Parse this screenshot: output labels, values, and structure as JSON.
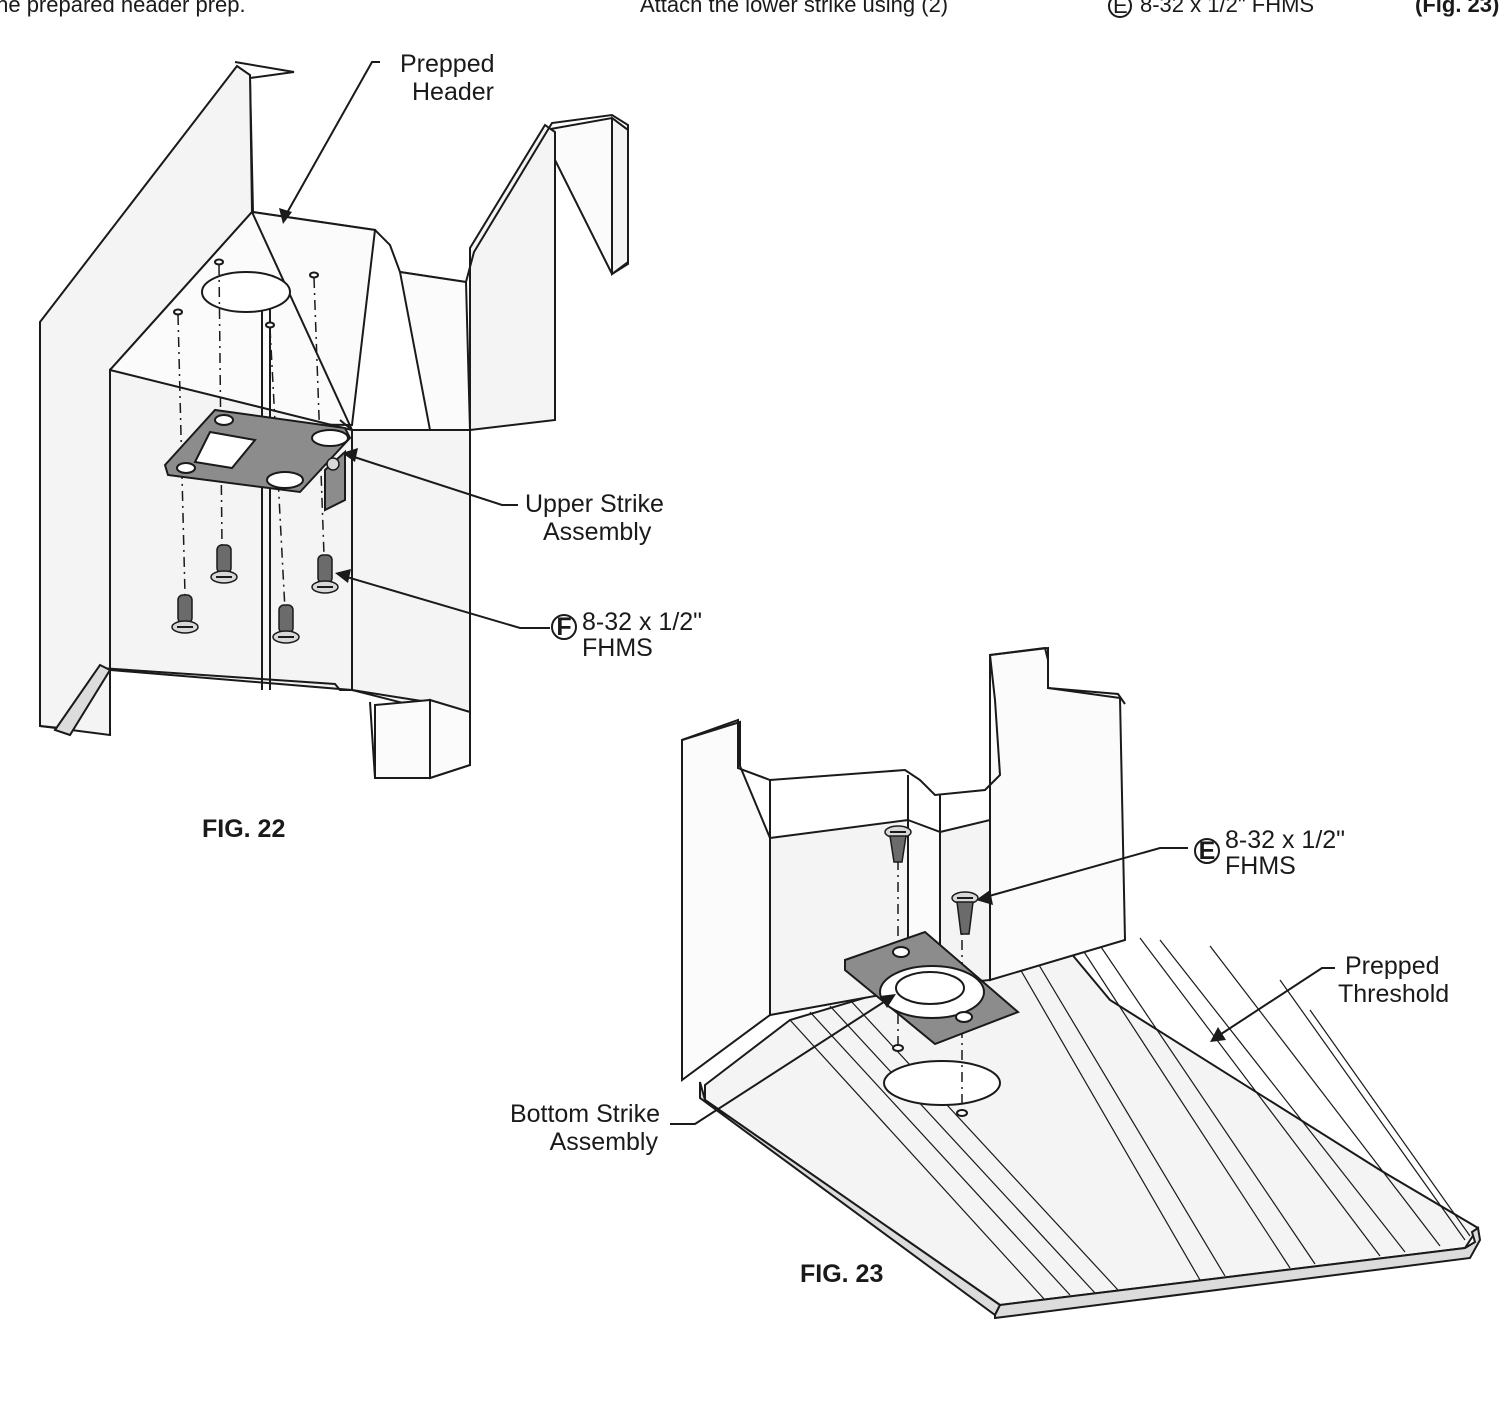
{
  "top_line": {
    "text_before": "the prepared header prep.",
    "text_mid": "Attach the lower strike using (2)",
    "letter": "E",
    "text_after": "8-32 x 1/2\" FHMS",
    "fig_ref": "(Fig. 23)"
  },
  "figure_22": {
    "label": "FIG. 22",
    "callouts": {
      "header": [
        "Prepped",
        "Header"
      ],
      "upper_strike": [
        "Upper Strike",
        "Assembly"
      ],
      "screw_letter": "F",
      "screw": [
        "8-32 x 1/2\"",
        "FHMS"
      ]
    }
  },
  "figure_23": {
    "label": "FIG. 23",
    "callouts": {
      "screw_letter": "E",
      "screw": [
        "8-32 x 1/2\"",
        "FHMS"
      ],
      "threshold": [
        "Prepped",
        "Threshold"
      ],
      "bottom_strike": [
        "Bottom Strike",
        "Assembly"
      ]
    }
  }
}
